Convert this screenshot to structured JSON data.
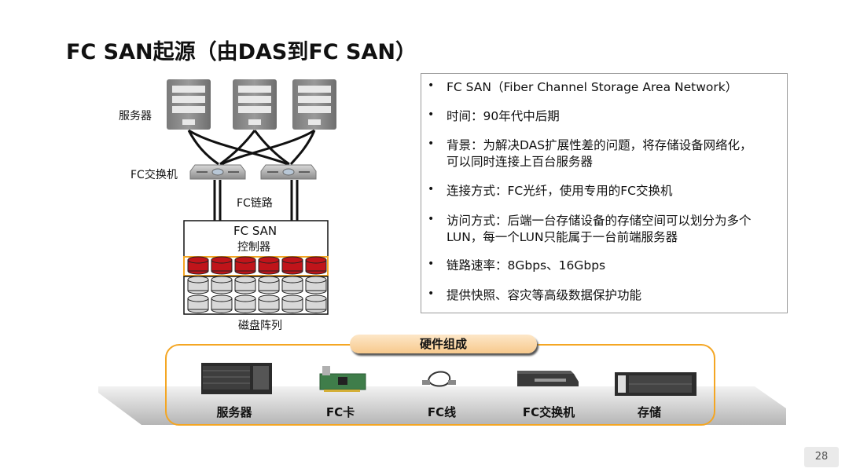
{
  "title": "FC SAN起源（由DAS到FC SAN）",
  "diagram": {
    "server_label": "服务器",
    "switch_label": "FC交换机",
    "link_label": "FC链路",
    "controller_line1": "FC SAN",
    "controller_line2": "控制器",
    "array_label": "磁盘阵列"
  },
  "info": [
    "FC SAN（Fiber Channel Storage Area Network）",
    "时间：90年代中后期",
    "背景：为解决DAS扩展性差的问题，将存储设备网络化，",
    "可以同时连接上百台服务器",
    "连接方式：FC光纤，使用专用的FC交换机",
    "访问方式：后端一台存储设备的存储空间可以划分为多个",
    "LUN，每一个LUN只能属于一台前端服务器",
    "链路速率：8Gbps、16Gbps",
    "提供快照、容灾等高级数据保护功能"
  ],
  "bullet": "•",
  "hardware": {
    "heading": "硬件组成",
    "items": [
      "服务器",
      "FC卡",
      "FC线",
      "FC交换机",
      "存储"
    ]
  },
  "page_number": "28",
  "colors": {
    "accent": "#f4a623",
    "disk_red": "#c0141a",
    "disk_grey": "#d8d8d8"
  }
}
